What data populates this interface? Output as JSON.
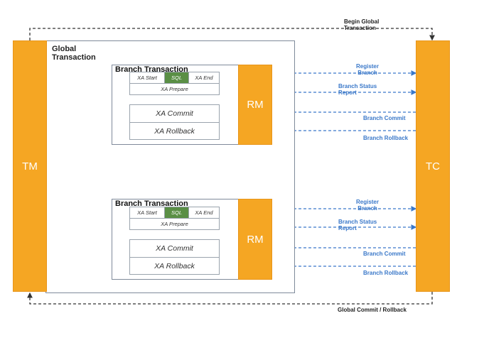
{
  "tm_label": "TM",
  "tc_label": "TC",
  "global_transaction_label": "Global\nTransaction",
  "begin_global_label": "Begin Global\nTransaction",
  "end_global_label": "Global Commit / Rollback",
  "colors": {
    "orange": "#f5a623",
    "sql_green": "#5a8f45",
    "arrow_blue": "#3a78c9",
    "dash_black": "#333333"
  },
  "branches": [
    {
      "title": "Branch Transaction",
      "xa_start": "XA Start",
      "sql": "SQL",
      "xa_end": "XA End",
      "xa_prepare": "XA Prepare",
      "xa_commit": "XA Commit",
      "xa_rollback": "XA Rollback",
      "rm": "RM",
      "messages": {
        "register": "Register\nBranch",
        "status": "Branch Status\nReport",
        "commit": "Branch Commit",
        "rollback": "Branch Rollback"
      }
    },
    {
      "title": "Branch Transaction",
      "xa_start": "XA Start",
      "sql": "SQL",
      "xa_end": "XA End",
      "xa_prepare": "XA Prepare",
      "xa_commit": "XA Commit",
      "xa_rollback": "XA Rollback",
      "rm": "RM",
      "messages": {
        "register": "Register\nBranch",
        "status": "Branch Status\nReport",
        "commit": "Branch Commit",
        "rollback": "Branch Rollback"
      }
    }
  ]
}
